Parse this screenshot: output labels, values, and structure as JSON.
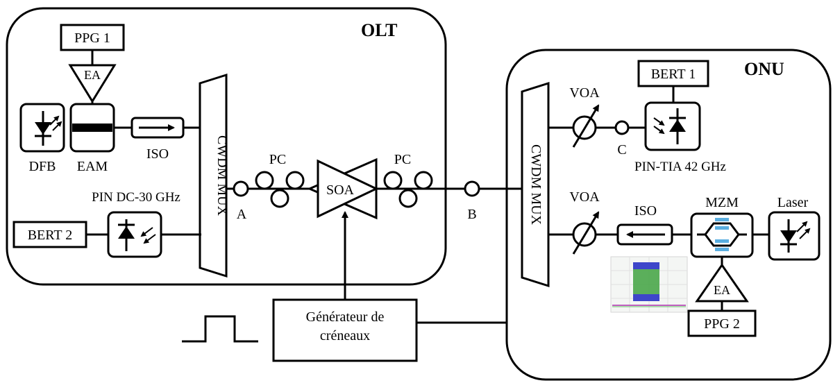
{
  "olt": {
    "title": "OLT",
    "ppg1": "PPG 1",
    "ea_top": "EA",
    "dfb": "DFB",
    "eam": "EAM",
    "iso": "ISO",
    "pin_dc": "PIN DC-30 GHz",
    "bert2": "BERT 2",
    "mux": "CWDM MUX"
  },
  "link": {
    "point_a": "A",
    "pc_left": "PC",
    "soa": "SOA",
    "pc_right": "PC",
    "point_b": "B"
  },
  "generator": {
    "line1": "Générateur de",
    "line2": "créneaux"
  },
  "onu": {
    "title": "ONU",
    "mux": "CWDM MUX",
    "voa_top": "VOA",
    "point_c": "C",
    "bert1": "BERT 1",
    "pin_tia": "PIN-TIA 42 GHz",
    "voa_bottom": "VOA",
    "iso": "ISO",
    "mzm": "MZM",
    "laser": "Laser",
    "ea": "EA",
    "ppg2": "PPG 2"
  },
  "colors": {
    "eye_green": "#3fa23f",
    "eye_blue": "#3b3bd6",
    "mzm_blue": "#5aaee0"
  }
}
